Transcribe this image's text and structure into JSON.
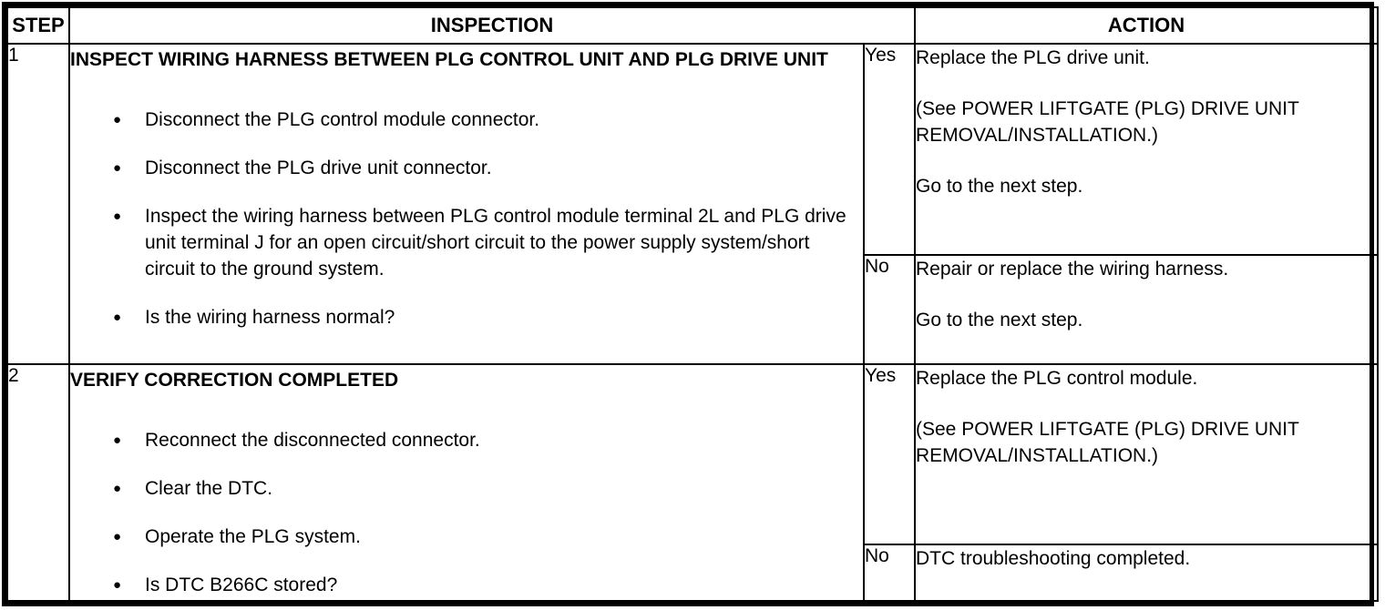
{
  "glyphs": {
    "bullet": "●"
  },
  "colors": {
    "border": "#000000",
    "background": "#ffffff",
    "text": "#000000"
  },
  "table": {
    "headers": {
      "step": "STEP",
      "inspection": "INSPECTION",
      "action": "ACTION"
    },
    "steps": [
      {
        "number": "1",
        "title": "INSPECT WIRING HARNESS BETWEEN PLG CONTROL UNIT AND PLG DRIVE UNIT",
        "bullets": [
          "Disconnect the PLG control module connector.",
          "Disconnect the PLG drive unit connector.",
          "Inspect the wiring harness between PLG control module terminal 2L and PLG drive unit terminal J for an open circuit/short circuit to the power supply system/short circuit to the ground system.",
          "Is the wiring harness normal?"
        ],
        "yes": {
          "label": "Yes",
          "lines": [
            "Replace the PLG drive unit.",
            "(See POWER LIFTGATE (PLG) DRIVE UNIT REMOVAL/INSTALLATION.)",
            "Go to the next step."
          ]
        },
        "no": {
          "label": "No",
          "lines": [
            "Repair or replace the wiring harness.",
            "Go to the next step."
          ]
        }
      },
      {
        "number": "2",
        "title": "VERIFY CORRECTION COMPLETED",
        "bullets": [
          "Reconnect the disconnected connector.",
          "Clear the DTC.",
          "Operate the PLG system.",
          "Is DTC B266C stored?"
        ],
        "yes": {
          "label": "Yes",
          "lines": [
            "Replace the PLG control module.",
            "(See POWER LIFTGATE (PLG) DRIVE UNIT REMOVAL/INSTALLATION.)"
          ]
        },
        "no": {
          "label": "No",
          "lines": [
            "DTC troubleshooting completed."
          ]
        }
      }
    ]
  }
}
